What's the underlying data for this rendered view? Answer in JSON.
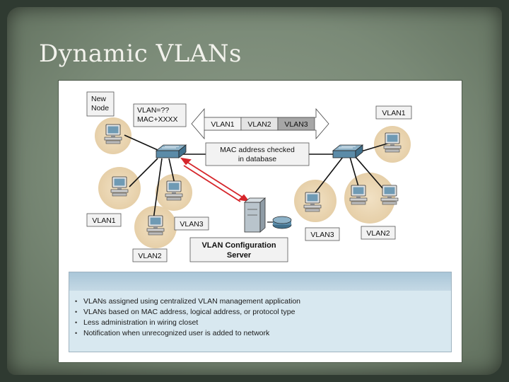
{
  "slide": {
    "title": "Dynamic VLANs"
  },
  "diagram": {
    "labels": {
      "new_node": [
        "New",
        "Node"
      ],
      "vlan_query": [
        "VLAN=??",
        "MAC+XXXX"
      ],
      "vlan_bar": [
        "VLAN1",
        "VLAN2",
        "VLAN3"
      ],
      "mac_check": [
        "MAC address checked",
        "in database"
      ],
      "server": [
        "VLAN Configuration",
        "Server"
      ],
      "left_vlan1": "VLAN1",
      "left_vlan2": "VLAN2",
      "left_vlan3": "VLAN3",
      "right_vlan1": "VLAN1",
      "right_vlan3": "VLAN3",
      "right_vlan2": "VLAN2"
    },
    "colors": {
      "node_halo": "#efdcbc",
      "link": "#111111",
      "signal": "#d6262b",
      "switch": "#5b8ba8",
      "pc": "#6f9ab4",
      "label_box": "#f2f2f2"
    }
  },
  "bullets": {
    "items": [
      "VLANs assigned using centralized VLAN management application",
      "VLANs based on MAC address, logical address, or protocol type",
      "Less administration in wiring closet",
      "Notification when unrecognized user is added to network"
    ]
  }
}
